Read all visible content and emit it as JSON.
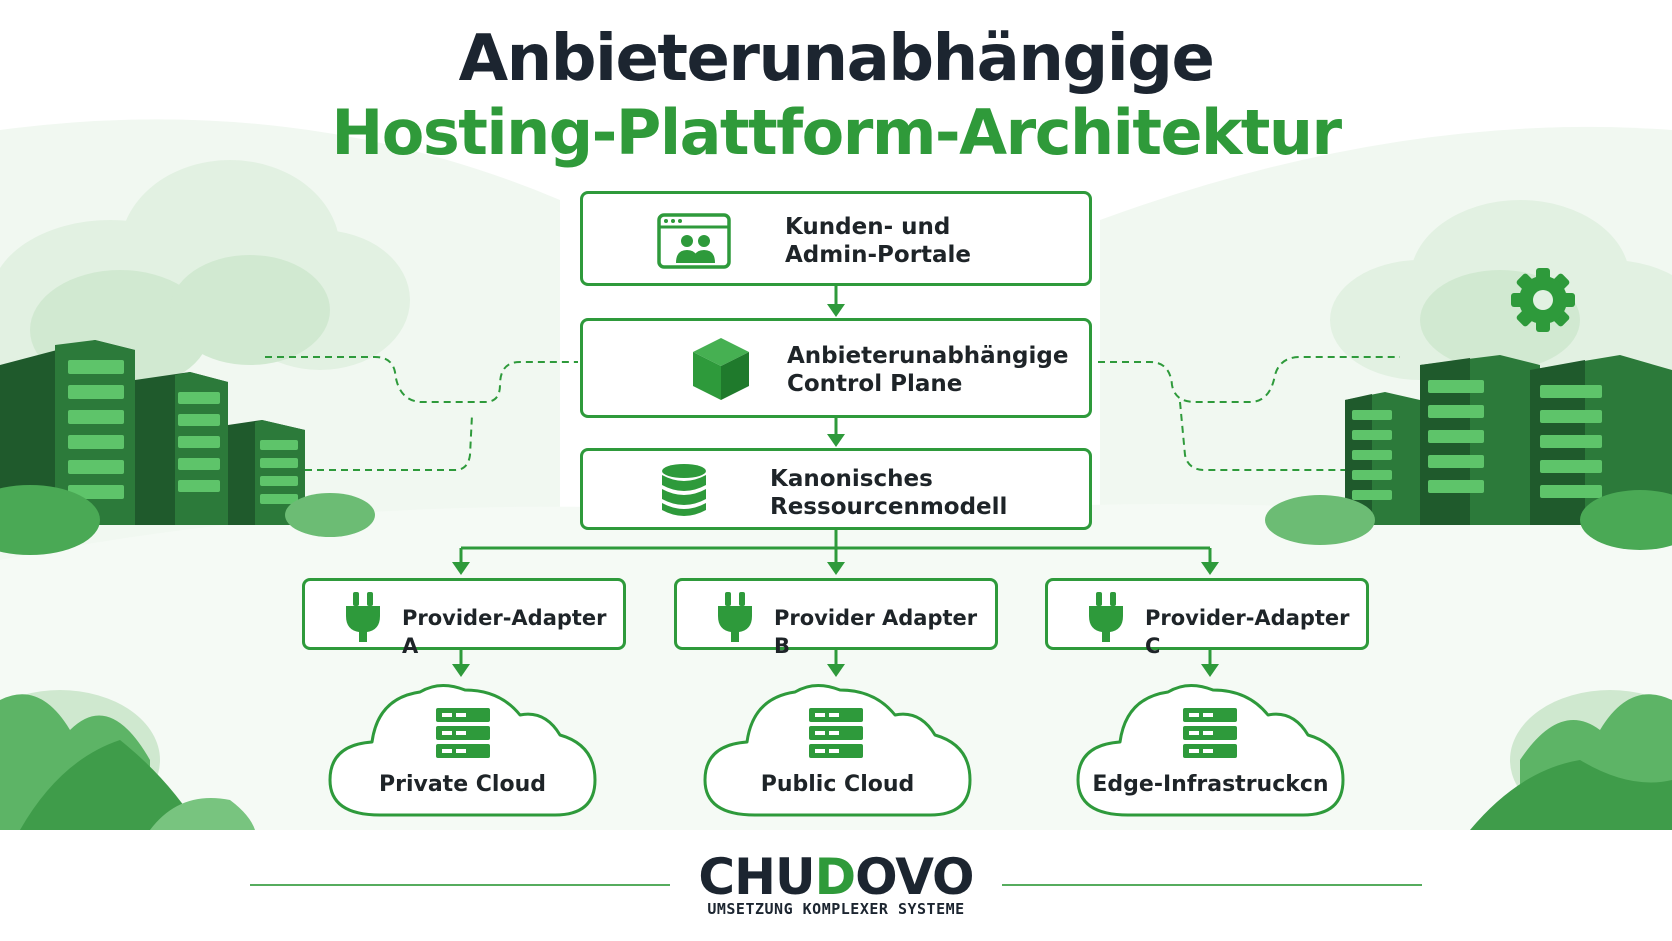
{
  "title": {
    "line1": "Anbieterunabhängige",
    "line2": "Hosting-Plattform-Architektur"
  },
  "nodes": {
    "portal": {
      "line1": "Kunden- und",
      "line2": "Admin-Portale",
      "icon": "users-window-icon"
    },
    "control_plane": {
      "line1": "Anbieterunabhängige",
      "line2": "Control Plane",
      "icon": "cube-icon"
    },
    "resource_model": {
      "line1": "Kanonisches",
      "line2": "Ressourcenmodell",
      "icon": "database-icon"
    },
    "adapters": [
      {
        "label": "Provider-Adapter A",
        "icon": "plug-icon"
      },
      {
        "label": "Provider Adapter B",
        "icon": "plug-icon"
      },
      {
        "label": "Provider-Adapter C",
        "icon": "plug-icon"
      }
    ],
    "clouds": [
      {
        "label": "Private Cloud",
        "icon": "server-rack-icon"
      },
      {
        "label": "Public Cloud",
        "icon": "server-rack-icon"
      },
      {
        "label": "Edge-Infrastruckcn",
        "icon": "server-rack-icon"
      }
    ]
  },
  "brand": {
    "name_part1": "CHU",
    "name_part2": "D",
    "name_part3": "OVO",
    "tagline": "UMSETZUNG KOMPLEXER SYSTEME"
  },
  "colors": {
    "accent": "#2e9a3b",
    "dark_text": "#1c2530",
    "light_green": "#e6f3e6"
  }
}
